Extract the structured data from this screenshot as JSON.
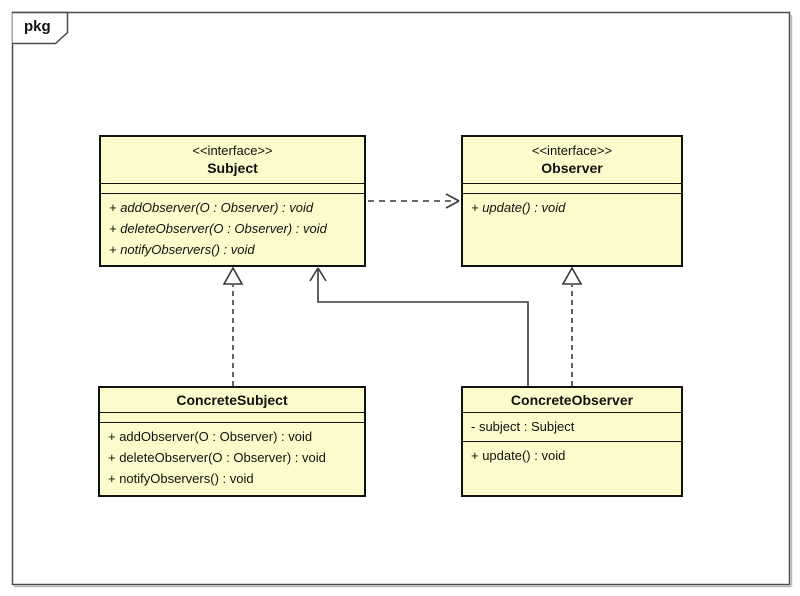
{
  "frame": {
    "label": "pkg"
  },
  "classes": [
    {
      "id": "subject",
      "stereotype": "<<interface>>",
      "name": "Subject",
      "attributes": [],
      "methods": [
        "+ addObserver(O : Observer) : void",
        "+ deleteObserver(O : Observer) : void",
        "+ notifyObservers() : void"
      ]
    },
    {
      "id": "observer",
      "stereotype": "<<interface>>",
      "name": "Observer",
      "attributes": [],
      "methods": [
        "+ update() : void"
      ]
    },
    {
      "id": "concrete-subject",
      "stereotype": "",
      "name": "ConcreteSubject",
      "attributes": [],
      "methods": [
        "+ addObserver(O : Observer) : void",
        "+ deleteObserver(O : Observer) : void",
        "+ notifyObservers() : void"
      ]
    },
    {
      "id": "concrete-observer",
      "stereotype": "",
      "name": "ConcreteObserver",
      "attributes": [
        "- subject : Subject"
      ],
      "methods": [
        "+ update() : void"
      ]
    }
  ],
  "relationships": [
    {
      "from": "Subject",
      "to": "Observer",
      "type": "dependency",
      "line": "dashed",
      "arrowhead": "open"
    },
    {
      "from": "ConcreteSubject",
      "to": "Subject",
      "type": "realization",
      "line": "dashed",
      "arrowhead": "hollow-triangle"
    },
    {
      "from": "ConcreteObserver",
      "to": "Observer",
      "type": "realization",
      "line": "dashed",
      "arrowhead": "hollow-triangle"
    },
    {
      "from": "ConcreteObserver",
      "to": "Subject",
      "type": "association",
      "line": "solid",
      "arrowhead": "open"
    }
  ],
  "colors": {
    "class_fill": "#fbfbcb",
    "class_border": "#111111",
    "line": "#3a3a3a",
    "frame_border": "#4d4d4d",
    "background": "#ffffff"
  }
}
